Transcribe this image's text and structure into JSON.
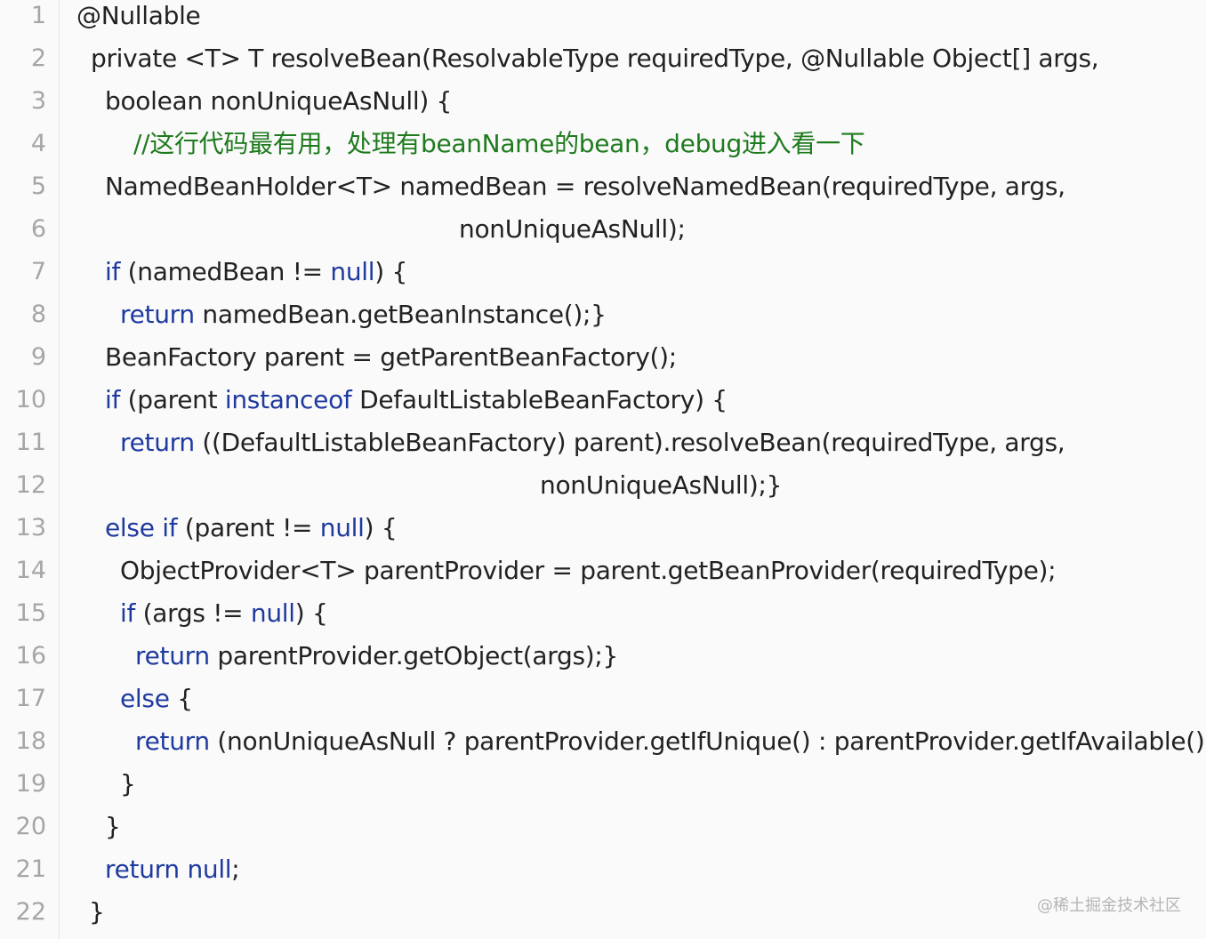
{
  "lines": [
    {
      "n": "1",
      "code": [
        {
          "t": "@Nullable"
        }
      ]
    },
    {
      "n": "2",
      "code": [
        {
          "t": "private <T> T resolveBean(ResolvableType requiredType, @Nullable Object[] args,"
        }
      ]
    },
    {
      "n": "3",
      "code": [
        {
          "t": "boolean nonUniqueAsNull) {"
        }
      ]
    },
    {
      "n": "4",
      "code": [
        {
          "t": "//这行代码最有用，处理有beanName的bean，debug进入看一下",
          "c": "cm"
        }
      ]
    },
    {
      "n": "5",
      "code": [
        {
          "t": "NamedBeanHolder<T> namedBean = resolveNamedBean(requiredType, args,"
        }
      ]
    },
    {
      "n": "6",
      "code": [
        {
          "t": "nonUniqueAsNull);"
        }
      ]
    },
    {
      "n": "7",
      "code": [
        {
          "t": "if",
          "c": "kw"
        },
        {
          "t": " (namedBean != "
        },
        {
          "t": "null",
          "c": "kw"
        },
        {
          "t": ") {"
        }
      ]
    },
    {
      "n": "8",
      "code": [
        {
          "t": "return",
          "c": "kw"
        },
        {
          "t": " namedBean.getBeanInstance();}"
        }
      ]
    },
    {
      "n": "9",
      "code": [
        {
          "t": "BeanFactory parent = getParentBeanFactory();"
        }
      ]
    },
    {
      "n": "10",
      "code": [
        {
          "t": "if",
          "c": "kw"
        },
        {
          "t": " (parent "
        },
        {
          "t": "instanceof",
          "c": "kw"
        },
        {
          "t": " DefaultListableBeanFactory) {"
        }
      ]
    },
    {
      "n": "11",
      "code": [
        {
          "t": "return",
          "c": "kw"
        },
        {
          "t": " ((DefaultListableBeanFactory) parent).resolveBean(requiredType, args,"
        }
      ]
    },
    {
      "n": "12",
      "code": [
        {
          "t": "nonUniqueAsNull);}"
        }
      ]
    },
    {
      "n": "13",
      "code": [
        {
          "t": "else if",
          "c": "kw"
        },
        {
          "t": " (parent != "
        },
        {
          "t": "null",
          "c": "kw"
        },
        {
          "t": ") {"
        }
      ]
    },
    {
      "n": "14",
      "code": [
        {
          "t": "ObjectProvider<T> parentProvider = parent.getBeanProvider(requiredType);"
        }
      ]
    },
    {
      "n": "15",
      "code": [
        {
          "t": "if",
          "c": "kw"
        },
        {
          "t": " (args != "
        },
        {
          "t": "null",
          "c": "kw"
        },
        {
          "t": ") {"
        }
      ]
    },
    {
      "n": "16",
      "code": [
        {
          "t": "return",
          "c": "kw"
        },
        {
          "t": " parentProvider.getObject(args);}"
        }
      ]
    },
    {
      "n": "17",
      "code": [
        {
          "t": "else",
          "c": "kw"
        },
        {
          "t": " {"
        }
      ]
    },
    {
      "n": "18",
      "code": [
        {
          "t": "return",
          "c": "kw"
        },
        {
          "t": " (nonUniqueAsNull ? parentProvider.getIfUnique() : parentProvider.getIfAvailable());"
        }
      ]
    },
    {
      "n": "19",
      "code": [
        {
          "t": "}"
        }
      ]
    },
    {
      "n": "20",
      "code": [
        {
          "t": "}"
        }
      ]
    },
    {
      "n": "21",
      "code": [
        {
          "t": "return",
          "c": "kw"
        },
        {
          "t": " "
        },
        {
          "t": "null",
          "c": "kw"
        },
        {
          "t": ";"
        }
      ]
    },
    {
      "n": "22",
      "code": [
        {
          "t": "}"
        }
      ]
    }
  ],
  "watermark": "@稀土掘金技术社区"
}
